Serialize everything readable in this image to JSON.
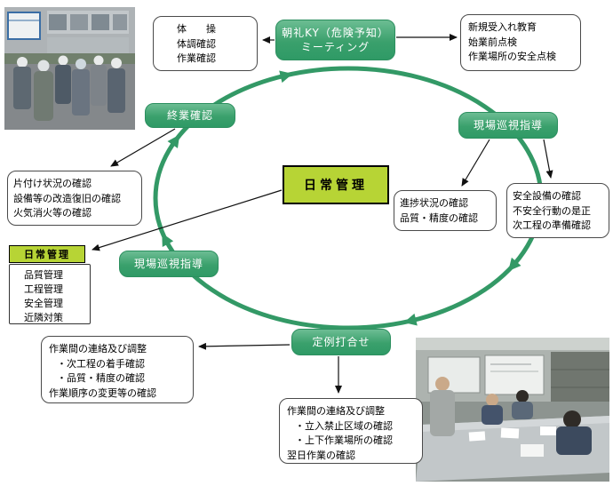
{
  "colors": {
    "ring_green": "#339966",
    "node_green_top": "#6cbd93",
    "node_green_bottom": "#2f9a66",
    "center_yellow_green": "#b7d435",
    "connector_black": "#111111",
    "callout_border": "#4a4a4a"
  },
  "center_box": {
    "label": "日常管理"
  },
  "nodes": {
    "morning_meeting": {
      "line1": "朝礼KY（危険予知）",
      "line2": "ミーティング"
    },
    "site_patrol_right": {
      "label": "現場巡視指導"
    },
    "end_of_work_check": {
      "label": "終業確認"
    },
    "site_patrol_left": {
      "label": "現場巡視指導"
    },
    "regular_meeting": {
      "label": "定例打合せ"
    }
  },
  "callouts": {
    "exercise": {
      "lines": [
        "体　　操",
        "体調確認",
        "作業確認"
      ]
    },
    "new_worker": {
      "lines": [
        "新規受入れ教育",
        "始業前点検",
        "作業場所の安全点検"
      ]
    },
    "safety_equipment": {
      "lines": [
        "安全設備の確認",
        "不安全行動の是正",
        "次工程の準備確認"
      ]
    },
    "progress": {
      "lines": [
        "進捗状況の確認",
        "品質・精度の確認"
      ]
    },
    "cleanup": {
      "lines": [
        "片付け状況の確認",
        "設備等の改造復旧の確認",
        "火気消火等の確認"
      ]
    },
    "coordination_left": {
      "lines": [
        "作業間の連絡及び調整",
        "・次工程の着手確認",
        "・品質・精度の確認",
        "作業順序の変更等の確認"
      ]
    },
    "coordination_bottom": {
      "lines": [
        "作業間の連絡及び調整",
        "・立入禁止区域の確認",
        "・上下作業場所の確認",
        "翌日作業の確認"
      ]
    }
  },
  "legend": {
    "title": "日常管理",
    "items": [
      "品質管理",
      "工程管理",
      "安全管理",
      "近隣対策"
    ]
  }
}
